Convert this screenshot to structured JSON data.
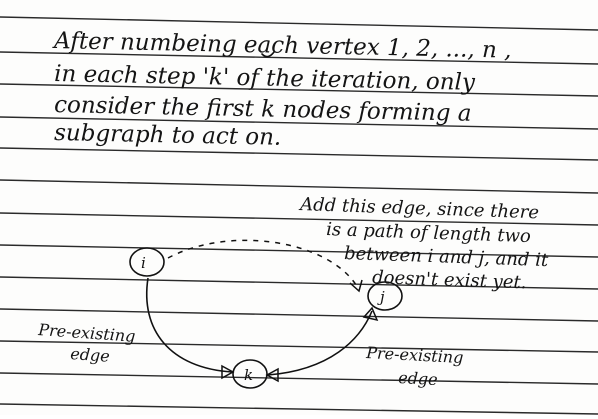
{
  "notes": {
    "lines": [
      "After numbeing each vertex 1, 2, ..., n ,",
      "in each step 'k' of the iteration, only",
      "consider the first k nodes forming a",
      "subgraph to act on."
    ]
  },
  "diagram": {
    "nodes": {
      "i": "i",
      "j": "j",
      "k": "k"
    },
    "annotation_add_edge": [
      "Add this edge, since there",
      "is a path of length two",
      "between i and j, and it",
      "doesn't exist yet."
    ],
    "label_left_edge": [
      "Pre-existing",
      "edge"
    ],
    "label_right_edge": [
      "Pre-existing",
      "edge"
    ]
  }
}
